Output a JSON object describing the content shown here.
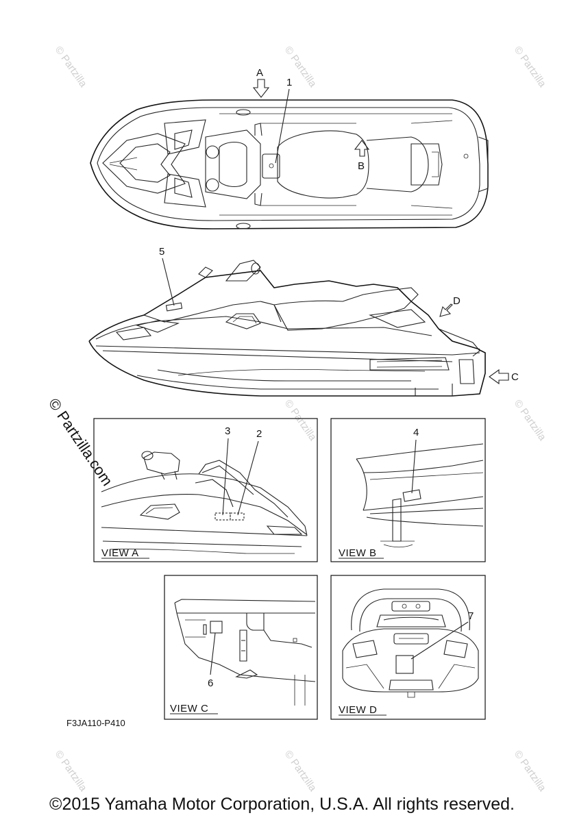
{
  "callouts": {
    "c1": "1",
    "c2": "2",
    "c3": "3",
    "c4": "4",
    "c5": "5",
    "c6": "6",
    "c7": "7"
  },
  "view_arrows": {
    "a": "A",
    "b": "B",
    "c": "C",
    "d": "D"
  },
  "panels": {
    "view_a": "VIEW A",
    "view_b": "VIEW B",
    "view_c": "VIEW C",
    "view_d": "VIEW D"
  },
  "diagram_code": "F3JA110-P410",
  "watermark": {
    "small": "© Partzilla",
    "large": "© Partzilla.com"
  },
  "copyright": "©2015 Yamaha Motor Corporation, U.S.A. All rights reserved."
}
